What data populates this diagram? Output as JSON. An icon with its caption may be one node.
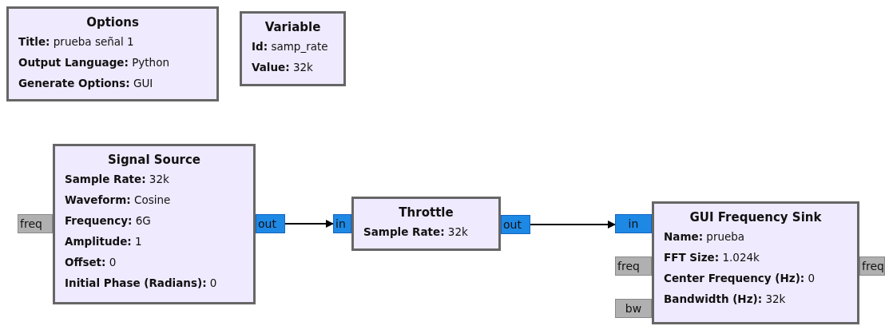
{
  "diagram": {
    "nodes": [
      {
        "text": [
          "Options",
          "**Title:** prueba señal 1",
          "**Output Language:** Python",
          "**Generate Options:** GUI"
        ]
      },
      {
        "text": [
          "Variable",
          "**Id:** samp_rate",
          "**Value:** 32k"
        ]
      },
      {
        "text": [
          "Signal Source",
          "**Sample Rate:** 32k",
          "**Waveform:** Cosine",
          "**Frequency:** 6G",
          "**Amplitude:** 1",
          "**Offset:** 0",
          "**Initial Phase (Radians):** 0"
        ]
      },
      {
        "text": [
          "freq"
        ]
      },
      {
        "text": [
          "out"
        ]
      },
      {
        "text": [
          "in"
        ]
      },
      {
        "text": [
          "Throttle",
          "**Sample Rate:** 32k"
        ]
      },
      {
        "text": [
          "out"
        ]
      },
      {
        "text": [
          "in"
        ]
      },
      {
        "text": [
          "GUI Frequency Sink",
          "**Name:** prueba",
          "**FFT Size:** 1.024k",
          "**Center Frequency (Hz):** 0",
          "**Bandwidth (Hz):** 32k"
        ]
      },
      {
        "text": [
          "freq"
        ]
      },
      {
        "text": [
          "bw"
        ]
      },
      {
        "text": [
          "freq"
        ]
      }
    ],
    "edges": [
      {
        "from": 4,
        "to": 5,
        "arrow": "to"
      },
      {
        "from": 7,
        "to": 8,
        "arrow": "to"
      }
    ]
  }
}
